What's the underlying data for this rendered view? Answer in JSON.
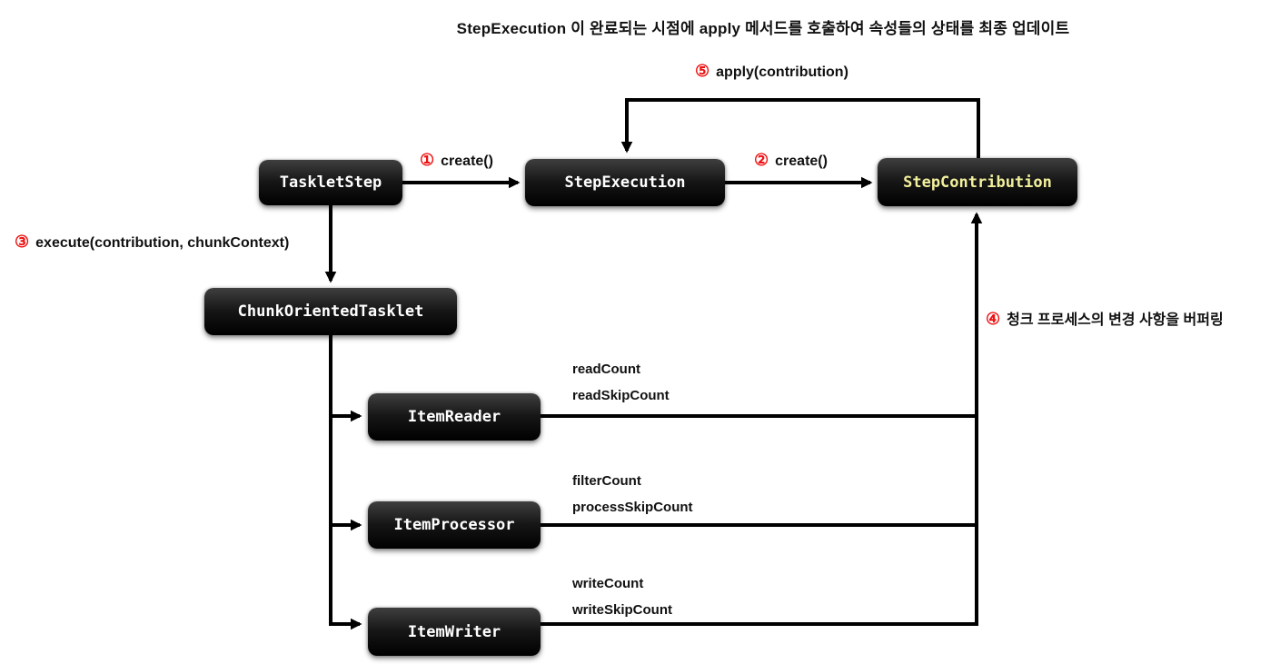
{
  "title": "StepExecution 이 완료되는 시점에 apply 메서드를 호출하여 속성들의 상태를 최종 업데이트",
  "colors": {
    "node_bg": "#000000",
    "node_text": "#ffffff",
    "contribution_text": "#f2f09c",
    "annotation_number": "#ee1111",
    "line": "#000000"
  },
  "nodes": {
    "tasklet_step": {
      "label": "TaskletStep"
    },
    "step_execution": {
      "label": "StepExecution"
    },
    "step_contribution": {
      "label": "StepContribution"
    },
    "chunk_oriented_tasklet": {
      "label": "ChunkOrientedTasklet"
    },
    "item_reader": {
      "label": "ItemReader"
    },
    "item_processor": {
      "label": "ItemProcessor"
    },
    "item_writer": {
      "label": "ItemWriter"
    }
  },
  "annotations": {
    "step1": {
      "num": "①",
      "text": "create()"
    },
    "step2": {
      "num": "②",
      "text": "create()"
    },
    "step3": {
      "num": "③",
      "text": "execute(contribution, chunkContext)"
    },
    "step4": {
      "num": "④",
      "text": "청크 프로세스의 변경 사항을 버퍼링"
    },
    "step5": {
      "num": "⑤",
      "text": "apply(contribution)"
    }
  },
  "edge_labels": {
    "reader": [
      "readCount",
      "readSkipCount"
    ],
    "processor": [
      "filterCount",
      "processSkipCount"
    ],
    "writer": [
      "writeCount",
      "writeSkipCount"
    ]
  }
}
